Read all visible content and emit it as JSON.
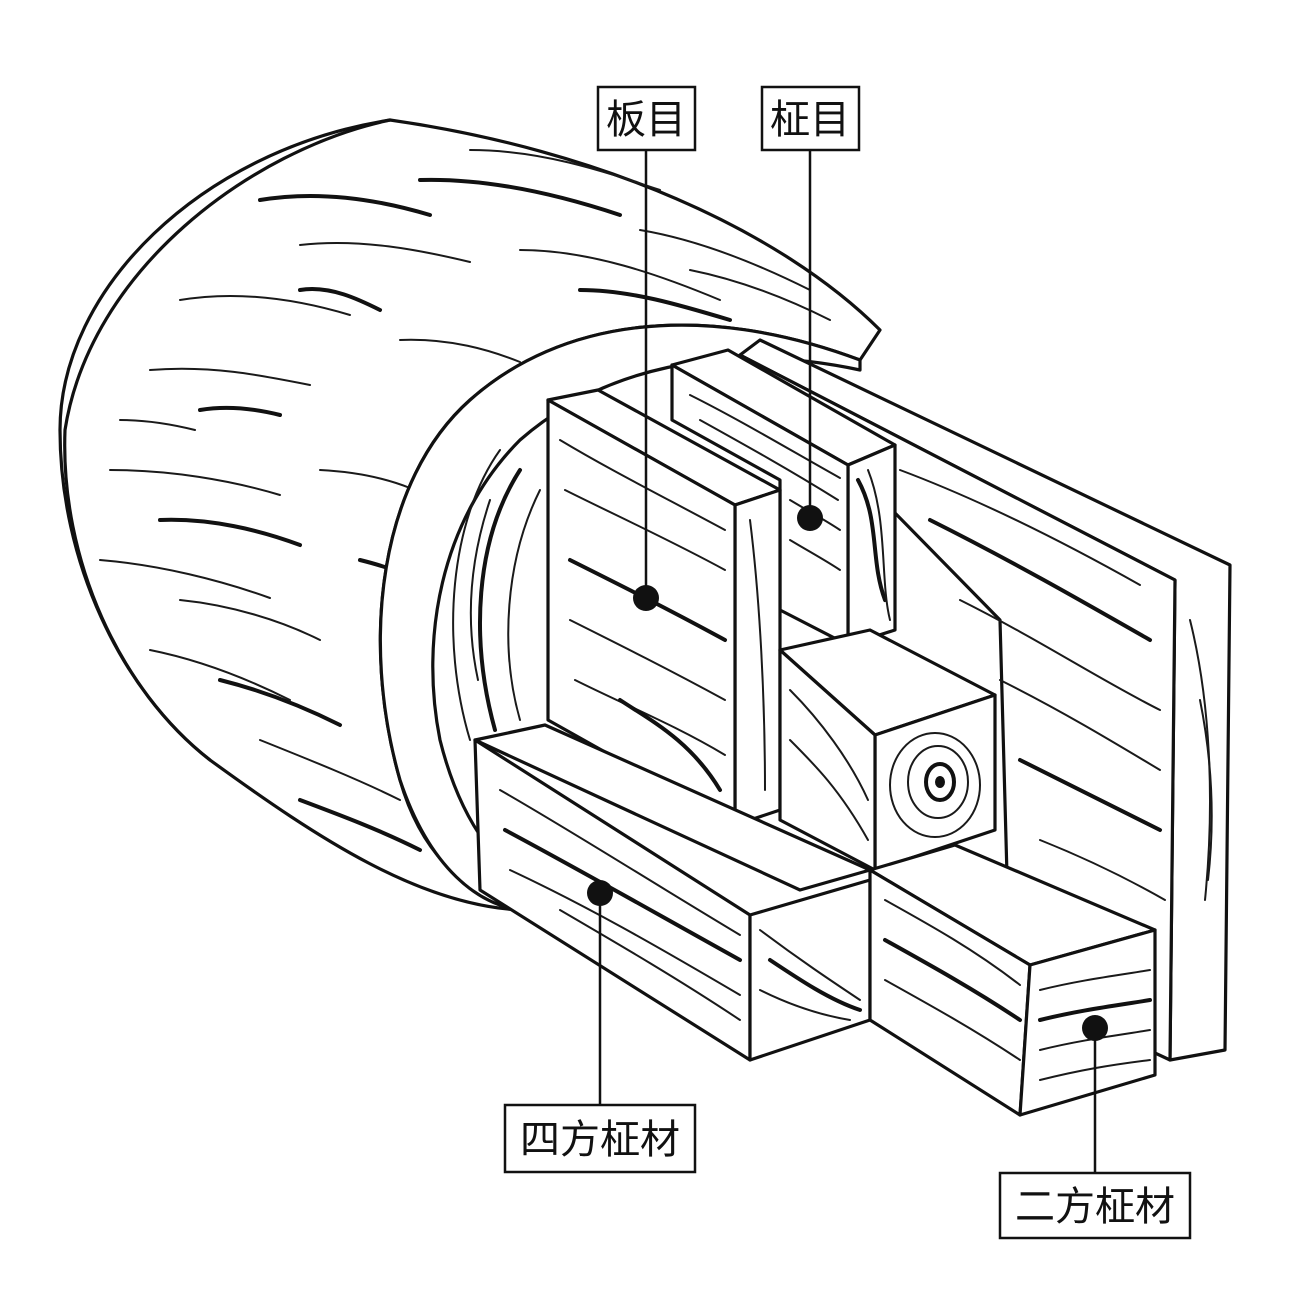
{
  "labels": {
    "itame": "板目",
    "masame": "柾目",
    "shihou_masa": "四方柾材",
    "nihou_masa": "二方柾材"
  },
  "colors": {
    "ink": "#111111",
    "paper": "#ffffff"
  }
}
